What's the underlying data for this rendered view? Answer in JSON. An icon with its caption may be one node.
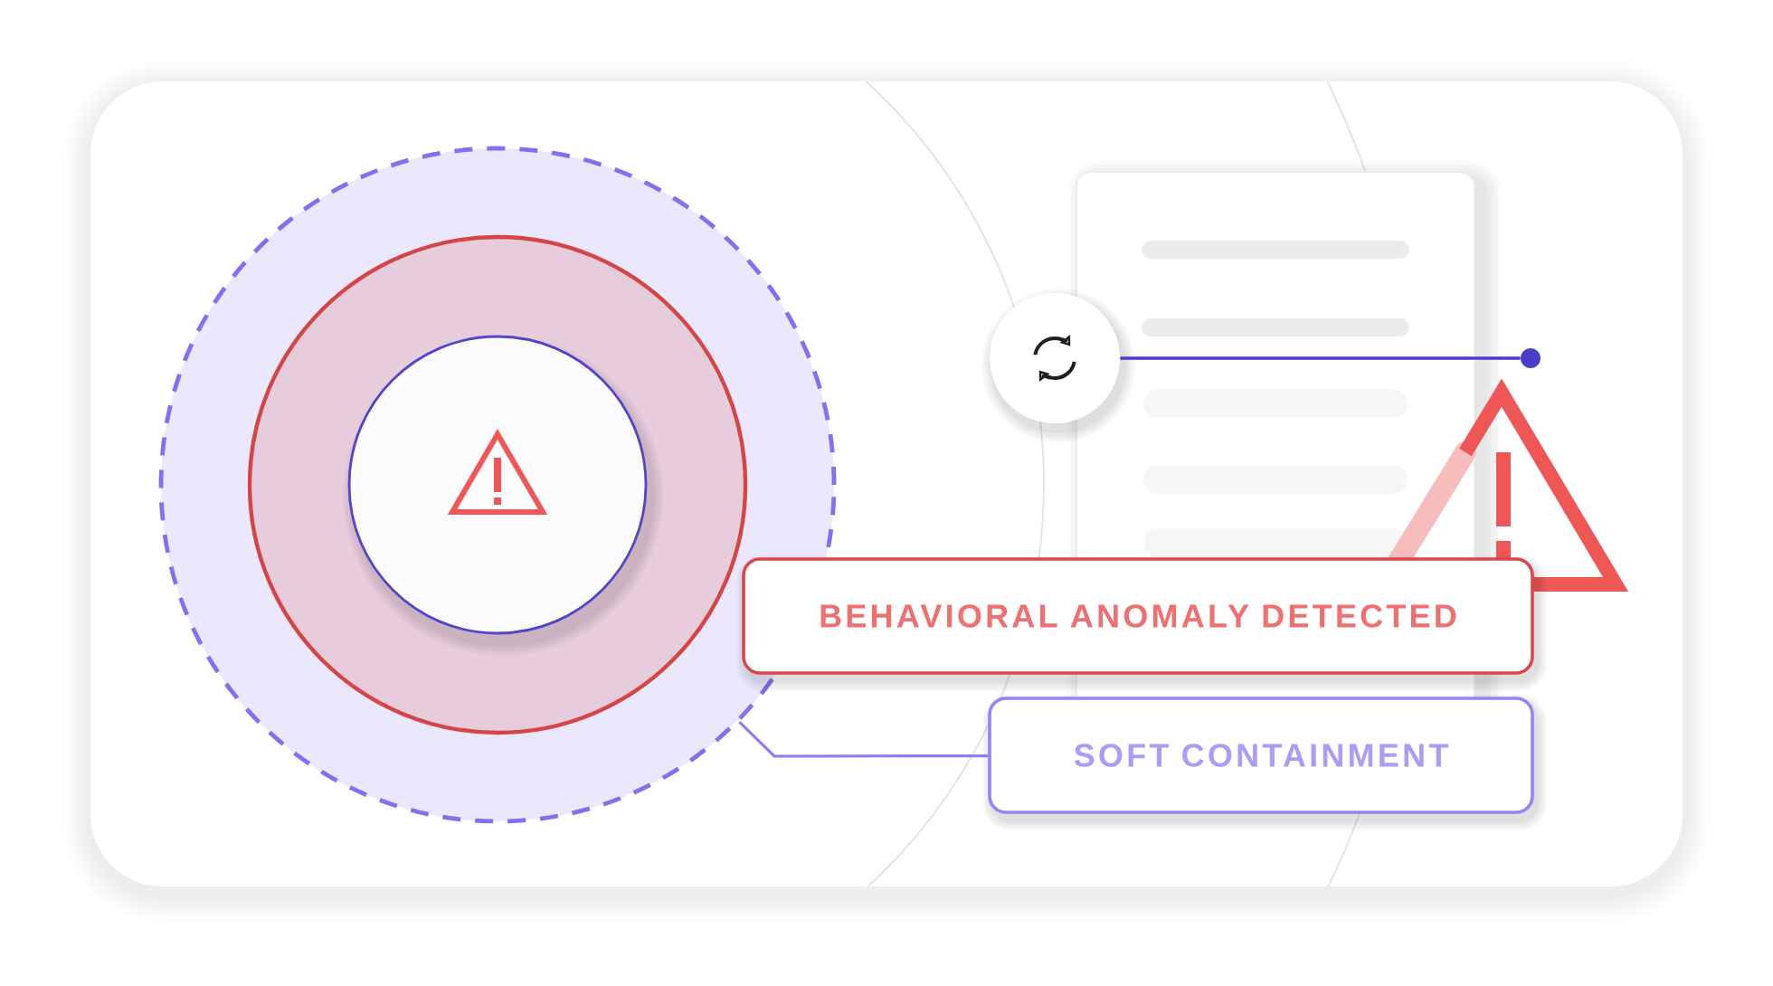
{
  "diagram": {
    "nodes": [
      {
        "text": [],
        "shape": "circle"
      },
      {
        "text": [],
        "shape": "circle",
        "in": 0
      },
      {
        "text": [],
        "shape": "circle",
        "in": 1
      },
      {
        "text": [],
        "shape": "circle"
      },
      {
        "text": [],
        "shape": "circle"
      },
      {
        "text": [
          "BEHAVIORAL ANOMALY DETECTED"
        ]
      },
      {
        "text": [
          "SOFT CONTAINMENT"
        ]
      }
    ],
    "edges": [
      {
        "from": 3,
        "to": 4,
        "arrow": "none",
        "color": "#4a3dcc"
      },
      {
        "from": 6,
        "to": 0,
        "arrow": "none",
        "color": "#8a7ef3"
      }
    ]
  }
}
